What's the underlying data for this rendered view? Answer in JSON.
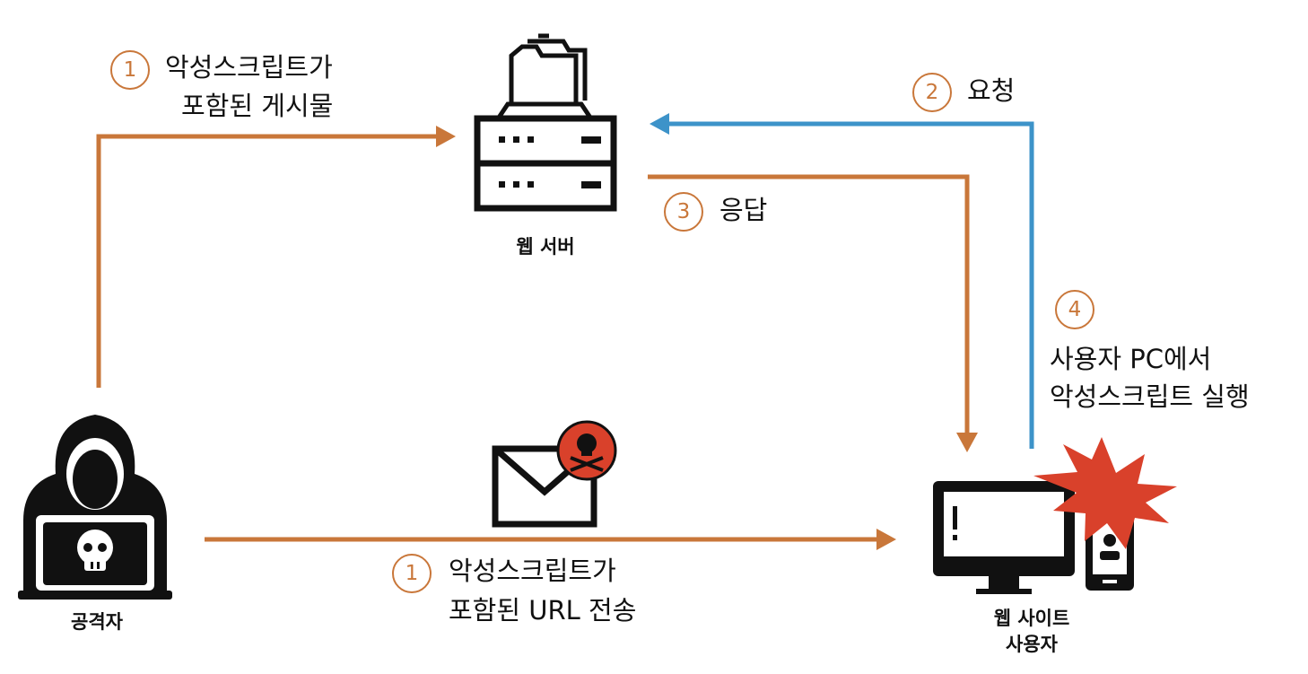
{
  "nodes": {
    "server_label": "웹 서버",
    "attacker_label": "공격자",
    "user_label_line1": "웹 사이트",
    "user_label_line2": "사용자"
  },
  "steps": {
    "post": {
      "number": "1",
      "line1": "악성스크립트가",
      "line2": "포함된 게시물"
    },
    "request": {
      "number": "2",
      "text": "요청"
    },
    "response": {
      "number": "3",
      "text": "응답"
    },
    "execute": {
      "number": "4",
      "line1": "사용자 PC에서",
      "line2": "악성스크립트 실행"
    },
    "url": {
      "number": "1",
      "line1": "악성스크립트가",
      "line2": "포함된 URL 전송"
    }
  },
  "colors": {
    "orange_arrow": "#c9773a",
    "blue_arrow": "#3d93c9",
    "burst": "#d9412b",
    "icon": "#111111"
  }
}
